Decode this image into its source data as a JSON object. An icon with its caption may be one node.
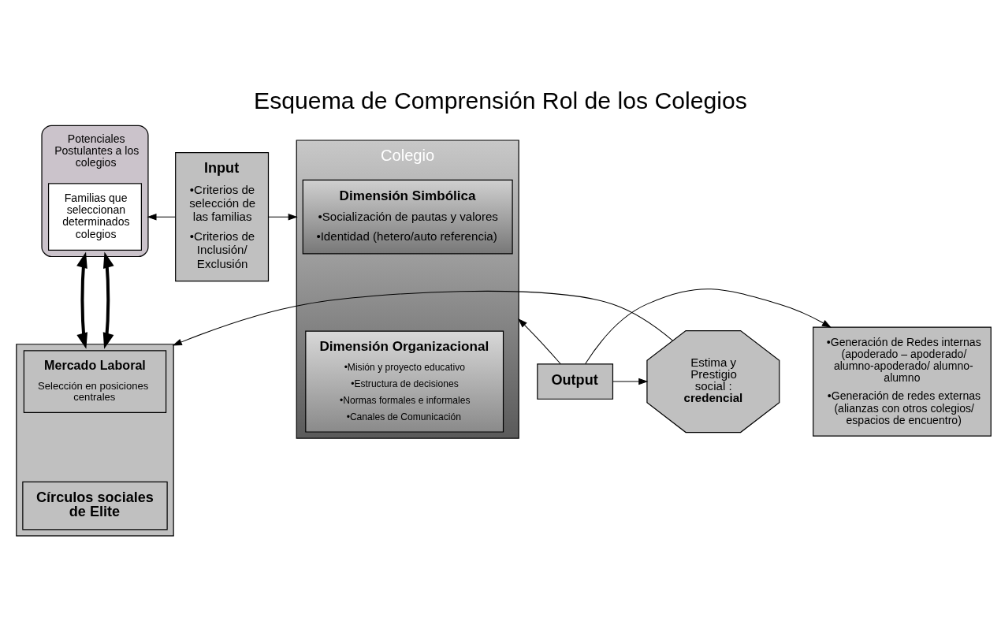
{
  "diagram": {
    "title": "Esquema de Comprensión Rol de los Colegios",
    "nodes": [
      {
        "text": [
          "Potenciales Postulantes a los colegios"
        ]
      },
      {
        "text": [
          "Familias que seleccionan determinados colegios"
        ],
        "in": 0
      },
      {
        "text": [
          "Input",
          "•Criterios de selección de las familias",
          "•Criterios de Inclusión/ Exclusión"
        ]
      },
      {
        "text": [
          "Colegio"
        ]
      },
      {
        "text": [
          "Dimensión Simbólica",
          "•Socialización de pautas y valores",
          "•Identidad (hetero/auto referencia)"
        ],
        "in": 3
      },
      {
        "text": [
          "Dimensión Organizacional",
          "•Misión y proyecto educativo",
          "•Estructura de decisiones",
          "•Normas formales e informales",
          "•Canales de Comunicación"
        ],
        "in": 3
      },
      {
        "text": [],
        "shape": "box"
      },
      {
        "text": [
          "Mercado Laboral",
          "Selección en posiciones centrales"
        ],
        "in": 6
      },
      {
        "text": [
          "Círculos sociales de Elite"
        ],
        "in": 6
      },
      {
        "text": [
          "Estima y Prestigio social : **credencial**"
        ]
      },
      {
        "text": [
          "Output"
        ]
      },
      {
        "text": [
          "•Generación de Redes internas (apoderado – apoderado/ alumno-apoderado/ alumno-alumno",
          "•Generación de redes externas (alianzas con otros colegios/ espacios de encuentro)"
        ]
      }
    ],
    "edges": [
      {
        "from": 0,
        "to": 6,
        "arrow": "both",
        "style": "thick"
      },
      {
        "from": 0,
        "to": 6,
        "arrow": "both",
        "style": "thick"
      },
      {
        "from": 2,
        "to": 0,
        "arrow": "to"
      },
      {
        "from": 2,
        "to": 3,
        "arrow": "to"
      },
      {
        "from": 10,
        "to": 3,
        "arrow": "to"
      },
      {
        "from": 10,
        "to": 9,
        "arrow": "to"
      },
      {
        "from": 10,
        "to": 11,
        "arrow": "to"
      },
      {
        "from": 9,
        "to": 6,
        "arrow": "to"
      }
    ]
  }
}
